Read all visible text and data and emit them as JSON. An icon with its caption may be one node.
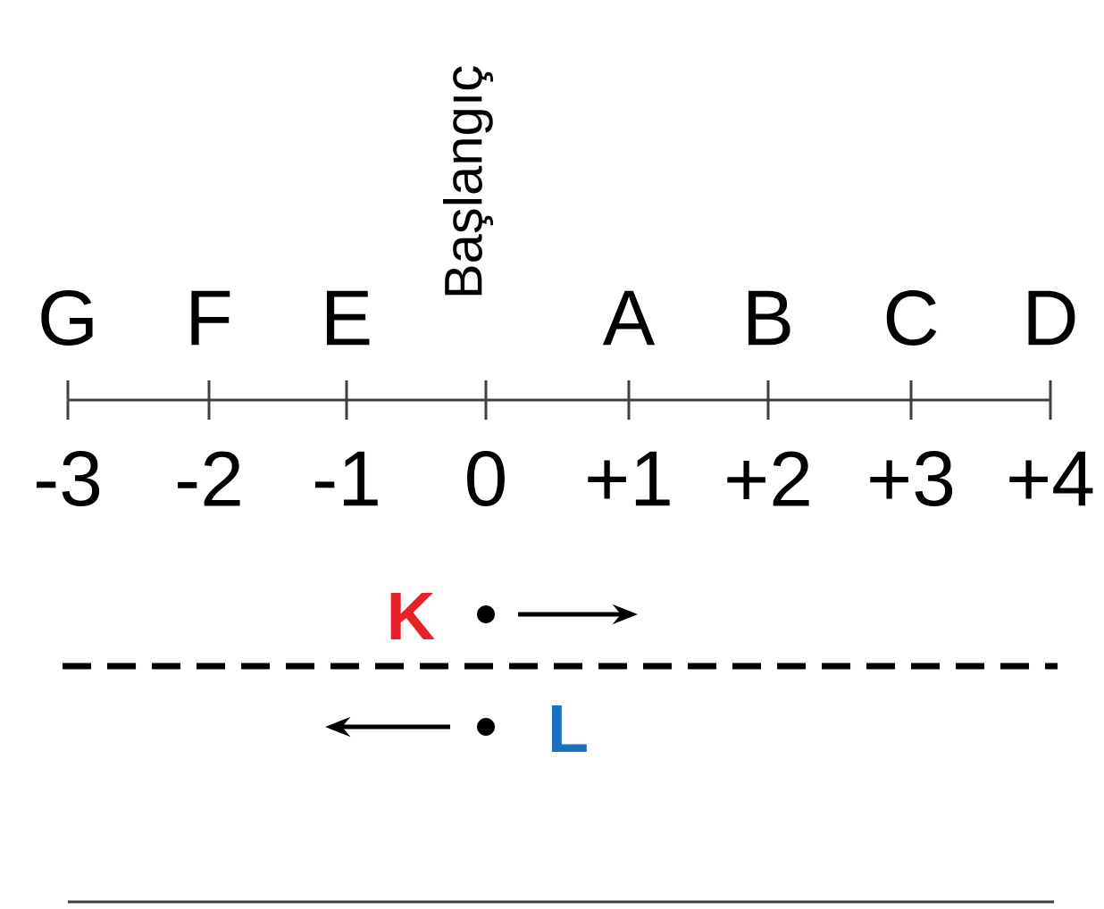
{
  "diagram": {
    "labels": [
      "G",
      "F",
      "E",
      "Başlangıç",
      "A",
      "B",
      "C",
      "D",
      "-3",
      "-2",
      "-1",
      "0",
      "+1",
      "+2",
      "+3",
      "+4",
      "K",
      "L"
    ]
  }
}
